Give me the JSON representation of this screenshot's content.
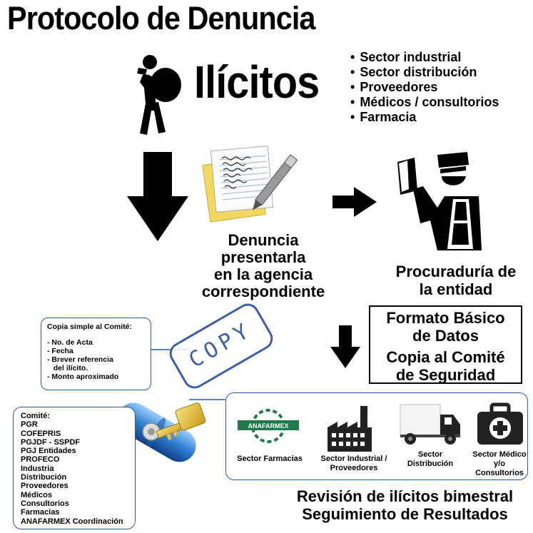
{
  "title": "Protocolo de Denuncia",
  "ilicitos": {
    "heading": "Ilícitos",
    "sectors": [
      "Sector industrial",
      "Sector distribución",
      "Proveedores",
      "Médicos / consultorios",
      "Farmacia"
    ]
  },
  "denuncia": {
    "lines": [
      "Denuncia",
      "presentarla",
      "en la agencia",
      "correspondiente"
    ]
  },
  "procuraduria": {
    "lines": [
      "Procuraduría de",
      "la entidad"
    ]
  },
  "formato": {
    "lines": [
      "Formato Básico",
      "de Datos",
      "Copia al Comité",
      "de Seguridad"
    ]
  },
  "copia_simple": {
    "title": "Copia simple al Comité:",
    "items": [
      "- No. de Acta",
      "- Fecha",
      "- Brever referencia",
      "   del ilícito.",
      "- Monto aproximado"
    ]
  },
  "copy_stamp": "COPY",
  "comite": {
    "items": [
      "Comité:",
      "PGR",
      "COFEPRIS",
      "PGJDF - SSPDF",
      "PGJ Entidades",
      "PROFECO",
      "Industria",
      "Distribución",
      "Proveedores",
      "Médicos",
      "Consultorios",
      "Farmacias",
      "ANAFARMEX Coordinación"
    ]
  },
  "sectors_panel": {
    "logo_text": "ANAFARMEX",
    "items": [
      {
        "label": "Sector Farmacias",
        "icon": "anafarmex-logo-icon"
      },
      {
        "label": "Sector Industrial / Proveedores",
        "icon": "factory-icon"
      },
      {
        "label": "Sector Distribución",
        "icon": "truck-icon"
      },
      {
        "label": "Sector Médico y/o Consultorios",
        "icon": "medical-kit-icon"
      }
    ]
  },
  "revision": {
    "lines": [
      "Revisión de ilícitos bimestral",
      "Seguimiento de Resultados"
    ]
  },
  "colors": {
    "box_border": "#2b5aa6",
    "capsule_blue": "#2f7fd0",
    "key_yellow": "#e8c23a",
    "stamp_blue": "#3a5ea8",
    "logo_green": "#1f7a4a"
  }
}
